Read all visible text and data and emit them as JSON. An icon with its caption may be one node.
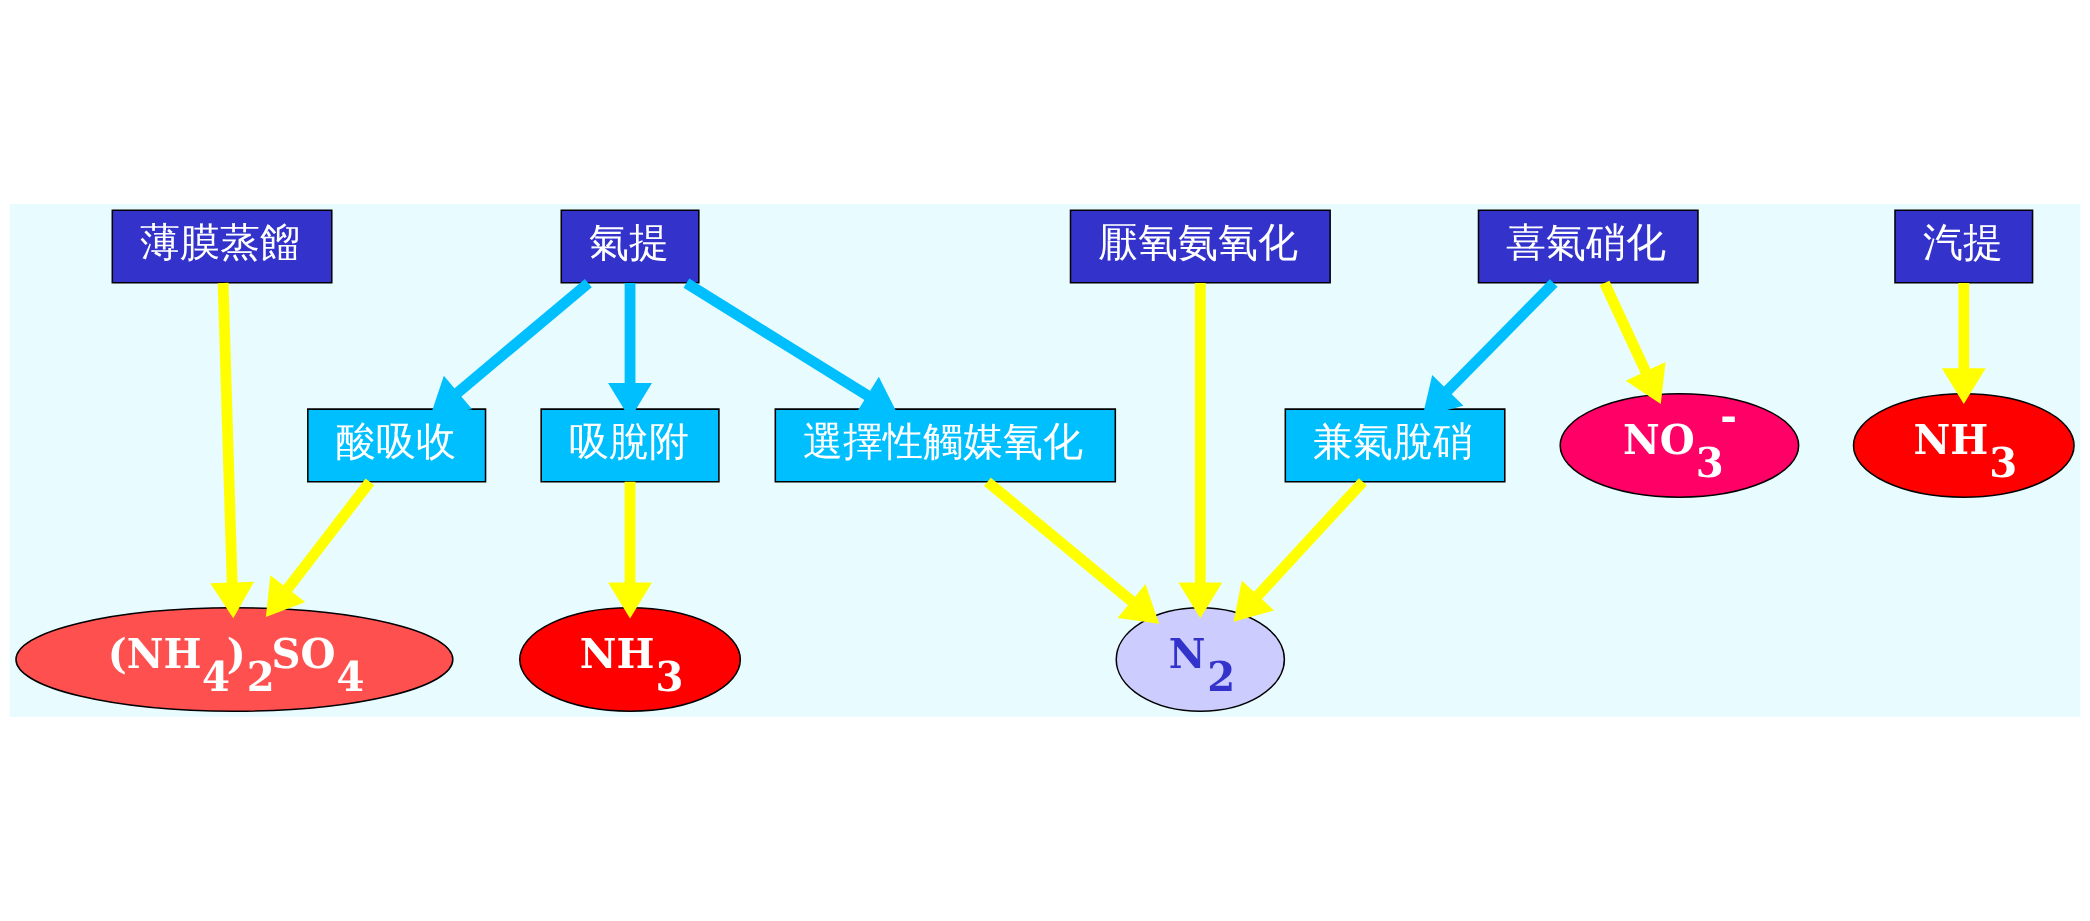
{
  "diagram": {
    "nodes": [
      {
        "text": [
          "薄膜蒸餾"
        ]
      },
      {
        "text": [
          "氣提"
        ]
      },
      {
        "text": [
          "厭氧氨氧化"
        ]
      },
      {
        "text": [
          "喜氣硝化"
        ]
      },
      {
        "text": [
          "汽提"
        ]
      },
      {
        "text": [
          "酸吸收"
        ]
      },
      {
        "text": [
          "吸脫附"
        ]
      },
      {
        "text": [
          "選擇性觸媒氧化"
        ]
      },
      {
        "text": [
          "兼氣脫硝"
        ]
      },
      {
        "text": [
          "NO$_{3}$$^{-}$"
        ]
      },
      {
        "text": [
          "(NH$_{4}$)$_{2}$SO$_{4}$"
        ]
      },
      {
        "text": [
          "N$_{2}$"
        ]
      },
      {
        "text": [
          "NH$_{3}$"
        ]
      },
      {
        "text": [
          "NH$_{3}$"
        ]
      }
    ],
    "edges": [
      {
        "from": 0,
        "to": 10,
        "arrow": "to"
      },
      {
        "from": 1,
        "to": 5,
        "arrow": "to",
        "color": "#00bfff"
      },
      {
        "from": 1,
        "to": 6,
        "arrow": "to",
        "color": "#00bfff"
      },
      {
        "from": 1,
        "to": 7,
        "arrow": "to",
        "color": "#00bfff"
      },
      {
        "from": 2,
        "to": 11,
        "arrow": "to"
      },
      {
        "from": 3,
        "to": 8,
        "arrow": "to",
        "color": "#00bfff"
      },
      {
        "from": 3,
        "to": 9,
        "arrow": "to"
      },
      {
        "from": 4,
        "to": 12,
        "arrow": "to"
      },
      {
        "from": 5,
        "to": 10,
        "arrow": "to"
      },
      {
        "from": 6,
        "to": 13,
        "arrow": "to"
      },
      {
        "from": 7,
        "to": 11,
        "arrow": "to"
      },
      {
        "from": 8,
        "to": 11,
        "arrow": "to"
      }
    ]
  }
}
